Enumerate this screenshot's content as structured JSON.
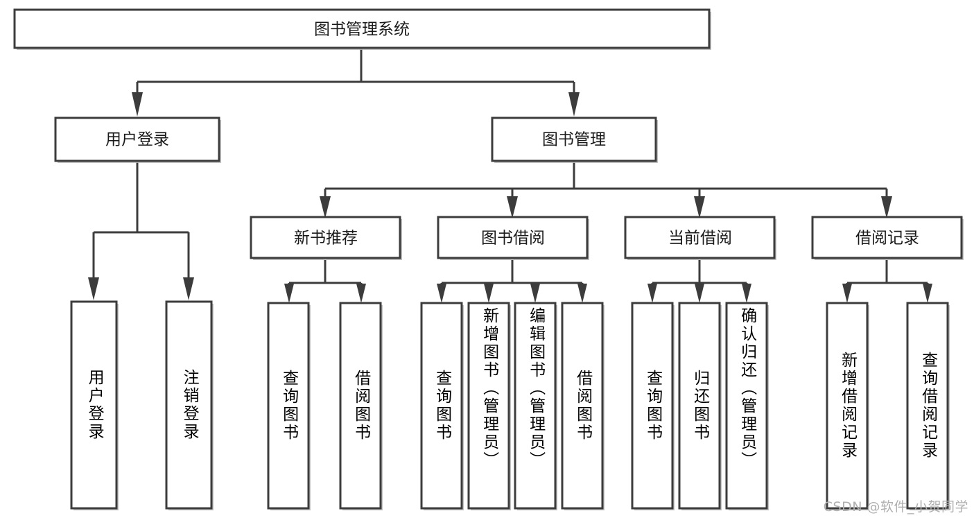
{
  "diagram": {
    "type": "hierarchical-tree",
    "title": "图书管理系统",
    "watermark": "CSDN @软件_小贺同学",
    "root": {
      "id": "root",
      "label": "图书管理系统"
    },
    "level2": [
      {
        "id": "user-login",
        "label": "用户登录"
      },
      {
        "id": "book-management",
        "label": "图书管理"
      }
    ],
    "level3": [
      {
        "id": "new-book-recommend",
        "label": "新书推荐",
        "parent": "book-management"
      },
      {
        "id": "book-borrow",
        "label": "图书借阅",
        "parent": "book-management"
      },
      {
        "id": "current-borrow",
        "label": "当前借阅",
        "parent": "book-management"
      },
      {
        "id": "borrow-record",
        "label": "借阅记录",
        "parent": "book-management"
      }
    ],
    "leaves": {
      "user-login": [
        {
          "id": "leaf-user-login",
          "label": "用户登录"
        },
        {
          "id": "leaf-user-logout",
          "label": "注销登录"
        }
      ],
      "new-book-recommend": [
        {
          "id": "leaf-query-book-1",
          "label": "查询图书"
        },
        {
          "id": "leaf-borrow-book-1",
          "label": "借阅图书"
        }
      ],
      "book-borrow": [
        {
          "id": "leaf-query-book-2",
          "label": "查询图书"
        },
        {
          "id": "leaf-add-book",
          "label": "新增图书（管理员）"
        },
        {
          "id": "leaf-edit-book",
          "label": "编辑图书（管理员）"
        },
        {
          "id": "leaf-borrow-book-2",
          "label": "借阅图书"
        }
      ],
      "current-borrow": [
        {
          "id": "leaf-query-book-3",
          "label": "查询图书"
        },
        {
          "id": "leaf-return-book",
          "label": "归还图书"
        },
        {
          "id": "leaf-confirm-return",
          "label": "确认归还（管理员）"
        }
      ],
      "borrow-record": [
        {
          "id": "leaf-add-record",
          "label": "新增借阅记录"
        },
        {
          "id": "leaf-query-record",
          "label": "查询借阅记录"
        }
      ]
    },
    "colors": {
      "box_stroke": "#3c3c3c",
      "box_fill": "#ffffff",
      "connector": "#3c3c3c",
      "text": "#1a1a1a",
      "watermark": "#b0b0b0",
      "background": "#ffffff"
    }
  }
}
